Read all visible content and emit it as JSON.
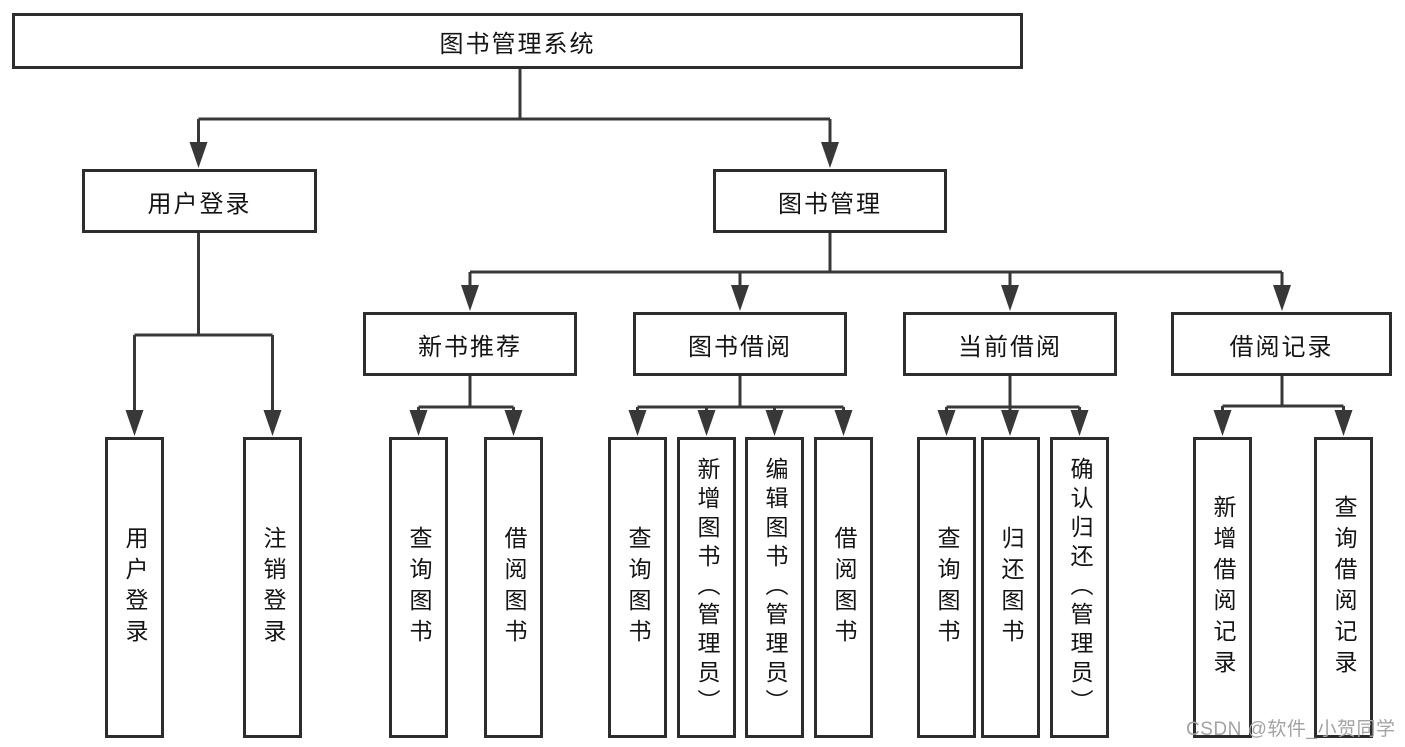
{
  "diagram": {
    "type": "hierarchy-tree",
    "nodes": {
      "root": {
        "label": "图书管理系统"
      },
      "level2": [
        {
          "label": "用户登录",
          "parent": "图书管理系统"
        },
        {
          "label": "图书管理",
          "parent": "图书管理系统"
        }
      ],
      "level3": [
        {
          "label": "新书推荐",
          "parent": "图书管理"
        },
        {
          "label": "图书借阅",
          "parent": "图书管理"
        },
        {
          "label": "当前借阅",
          "parent": "图书管理"
        },
        {
          "label": "借阅记录",
          "parent": "图书管理"
        }
      ],
      "leaves": [
        {
          "label": "用户登录",
          "parent": "用户登录"
        },
        {
          "label": "注销登录",
          "parent": "用户登录"
        },
        {
          "label": "查询图书",
          "parent": "新书推荐"
        },
        {
          "label": "借阅图书",
          "parent": "新书推荐"
        },
        {
          "label": "查询图书",
          "parent": "图书借阅"
        },
        {
          "label": "新增图书（管理员）",
          "parent": "图书借阅"
        },
        {
          "label": "编辑图书（管理员）",
          "parent": "图书借阅"
        },
        {
          "label": "借阅图书",
          "parent": "图书借阅"
        },
        {
          "label": "查询图书",
          "parent": "当前借阅"
        },
        {
          "label": "归还图书",
          "parent": "当前借阅"
        },
        {
          "label": "确认归还（管理员）",
          "parent": "当前借阅"
        },
        {
          "label": "新增借阅记录",
          "parent": "借阅记录"
        },
        {
          "label": "查询借阅记录",
          "parent": "借阅记录"
        }
      ]
    }
  },
  "watermark": "CSDN @软件_小贺同学",
  "colors": {
    "line": "#383838",
    "box_border": "#2d2d2d",
    "box_fill": "#ffffff",
    "text": "#141414",
    "watermark": "#a3a3a3",
    "background": "#ffffff"
  }
}
